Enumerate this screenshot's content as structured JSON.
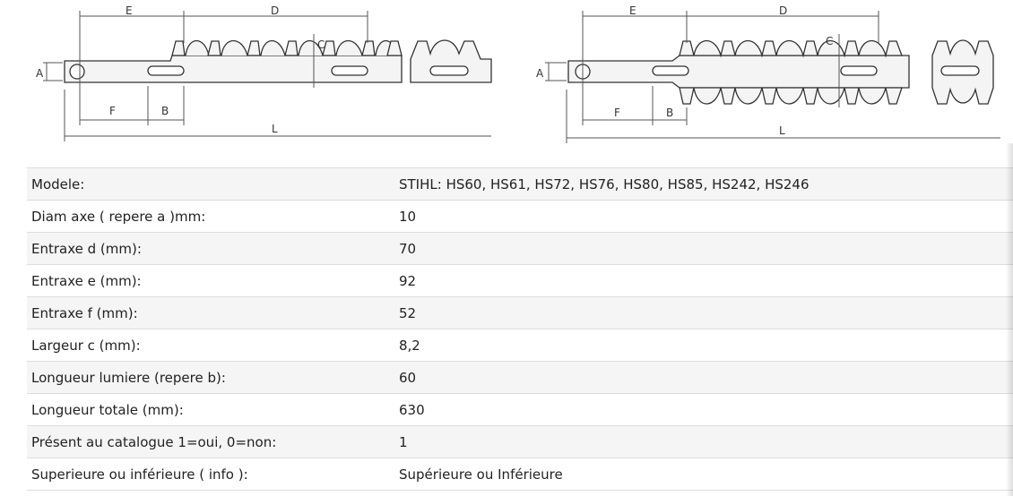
{
  "diagram": {
    "left_labels": {
      "a": "A",
      "c": "C",
      "d": "D",
      "e": "E",
      "f": "F",
      "b": "B",
      "l": "L"
    },
    "right_labels": {
      "a": "A",
      "c": "C",
      "d": "D",
      "e": "E",
      "f": "F",
      "b": "B",
      "l": "L"
    }
  },
  "specs": [
    {
      "label": "Modele:",
      "value": "STIHL: HS60, HS61, HS72, HS76, HS80, HS85, HS242, HS246"
    },
    {
      "label": "Diam axe ( repere a )mm:",
      "value": "10"
    },
    {
      "label": "Entraxe d (mm):",
      "value": "70"
    },
    {
      "label": "Entraxe e (mm):",
      "value": "92"
    },
    {
      "label": "Entraxe f (mm):",
      "value": "52"
    },
    {
      "label": "Largeur c (mm):",
      "value": "8,2"
    },
    {
      "label": "Longueur lumiere (repere b):",
      "value": "60"
    },
    {
      "label": "Longueur totale (mm):",
      "value": "630"
    },
    {
      "label": "Présent au catalogue 1=oui, 0=non:",
      "value": "1"
    },
    {
      "label": "Superieure ou inférieure ( info ):",
      "value": "Supérieure ou Inférieure"
    }
  ]
}
